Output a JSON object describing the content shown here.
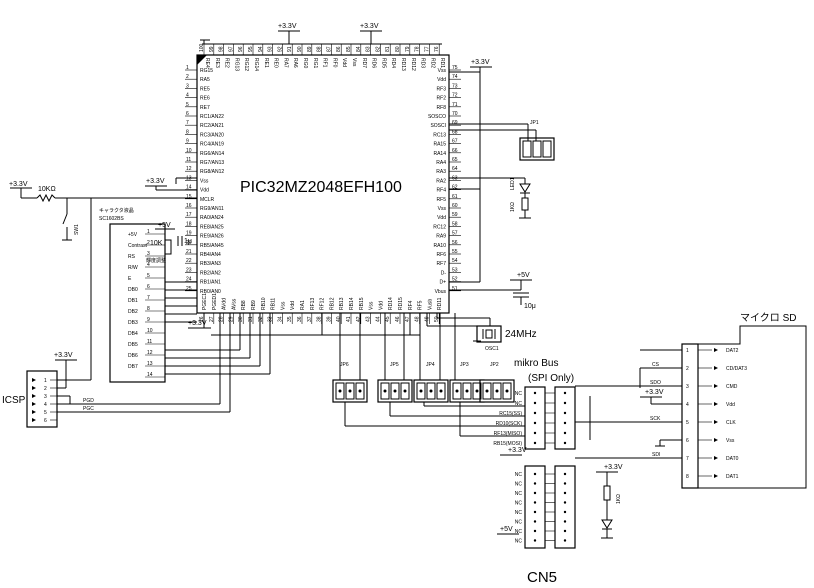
{
  "mcu": {
    "name": "PIC32MZ2048EFH100",
    "left_pins": [
      "RG15",
      "RA5",
      "RE5",
      "RE6",
      "RE7",
      "RC1/AN22",
      "RC2/AN21",
      "RC3/AN20",
      "RC4/AN19",
      "RG6/AN14",
      "RG7/AN13",
      "RG8/AN12",
      "Vss",
      "Vdd",
      "MCLR",
      "RG9/AN11",
      "RA0/AN24",
      "RE8/AN25",
      "RE9/AN26",
      "RB5/AN45",
      "RB4/AN4",
      "RB3/AN3",
      "RB2/AN2",
      "RB1/AN1",
      "RB0/AN0"
    ],
    "top_pins": [
      "RE4",
      "RE3",
      "RE2",
      "RG13",
      "RG12",
      "RG14",
      "RE1",
      "RE0",
      "RA7",
      "RA6",
      "RG0",
      "RG1",
      "RF1",
      "RF0",
      "Vdd",
      "Vss",
      "RD7",
      "RD6",
      "RD5",
      "RD4",
      "RD13",
      "RD12",
      "RD3",
      "RD2",
      "RD1"
    ],
    "right_pins": [
      "Vss",
      "Vdd",
      "RF3",
      "RF2",
      "RF8",
      "SOSCO",
      "SOSCI",
      "RC13",
      "RA15",
      "RA14",
      "RA4",
      "RA3",
      "RA2",
      "RF4",
      "RF5",
      "Vss",
      "Vdd",
      "RC12",
      "RA9",
      "RA10",
      "RF6",
      "RF7",
      "D-",
      "D+",
      "Vbus"
    ],
    "bottom_pins": [
      "PGEC1",
      "PGED1",
      "AVdd",
      "AVss",
      "RB8",
      "RB9",
      "RB10",
      "RB11",
      "Vss",
      "Vdd",
      "RA1",
      "RF13",
      "RF12",
      "RB12",
      "RB13",
      "RB14",
      "RB15",
      "Vss",
      "Vdd",
      "RD14",
      "RD15",
      "RF4",
      "RF5",
      "Vusb",
      "RD11"
    ],
    "top_nums": [
      "100",
      "99",
      "98",
      "97",
      "96",
      "95",
      "94",
      "93",
      "92",
      "91",
      "90",
      "89",
      "88",
      "87",
      "86",
      "85",
      "84",
      "83",
      "82",
      "81",
      "80",
      "79",
      "78",
      "77",
      "76"
    ],
    "left_nums": [
      "1",
      "2",
      "3",
      "4",
      "5",
      "6",
      "7",
      "8",
      "9",
      "10",
      "11",
      "12",
      "13",
      "14",
      "15",
      "16",
      "17",
      "18",
      "19",
      "20",
      "21",
      "22",
      "23",
      "24",
      "25"
    ],
    "right_nums": [
      "75",
      "74",
      "73",
      "72",
      "71",
      "70",
      "69",
      "68",
      "67",
      "66",
      "65",
      "64",
      "63",
      "62",
      "61",
      "60",
      "59",
      "58",
      "57",
      "56",
      "55",
      "54",
      "53",
      "52",
      "51"
    ],
    "bottom_nums": [
      "26",
      "27",
      "28",
      "29",
      "30",
      "31",
      "32",
      "33",
      "34",
      "35",
      "36",
      "37",
      "38",
      "39",
      "40",
      "41",
      "42",
      "43",
      "44",
      "45",
      "46",
      "47",
      "48",
      "49",
      "50"
    ]
  },
  "power": {
    "v33": "+3.3V",
    "v5": "+5V"
  },
  "parts": {
    "r_pullup": "10KΩ",
    "sw": "SW1",
    "lcd_title": "キャラクタ液晶",
    "lcd_model": "SC1602BS",
    "lcd_pins": [
      "+5V",
      "Contrast",
      "RS",
      "R/W",
      "E",
      "DB0",
      "DB1",
      "DB2",
      "DB3",
      "DB4",
      "DB5",
      "DB6",
      "DB7"
    ],
    "lcd_nums": [
      "1",
      "2",
      "3",
      "4",
      "5",
      "6",
      "7",
      "8",
      "9",
      "10",
      "11",
      "12",
      "13",
      "14"
    ],
    "vr": "10K",
    "vr_note": "輝度調整",
    "cap_1u": "1μ",
    "cap_10u": "10μ",
    "crystal": "24MHz",
    "osc": "OSC1",
    "led1": "LED1",
    "r1": "1KΩ",
    "r2": "1KΩ",
    "jp1": "JP1",
    "jp2": "JP2",
    "jp3": "JP3",
    "jp4": "JP4",
    "jp5": "JP5",
    "jp6": "JP6"
  },
  "icsp": {
    "title": "ICSP",
    "pins": [
      "1",
      "2",
      "3",
      "4",
      "5",
      "6"
    ],
    "pgd": "PGD",
    "pgc": "PGC"
  },
  "mikro": {
    "title": "mikro Bus",
    "subtitle": "(SPI Only)",
    "cn5": "CN5",
    "left_labels": [
      "NC",
      "NC",
      "RC15(SS)",
      "RD10(SCK)",
      "RF13(MISO)",
      "RB15(MOSI)"
    ],
    "lower_left": [
      "NC",
      "NC",
      "NC",
      "NC",
      "NC",
      "NC",
      "NC",
      "NC"
    ]
  },
  "sd": {
    "title": "マイクロ SD",
    "pins": [
      "DAT2",
      "CD/DAT3",
      "CMD",
      "Vdd",
      "CLK",
      "Vss",
      "DAT0",
      "DAT1"
    ],
    "nums": [
      "1",
      "2",
      "3",
      "4",
      "5",
      "6",
      "7",
      "8"
    ],
    "cs": "CS",
    "sdo": "SDO",
    "sck": "SCK",
    "sdi": "SDI"
  }
}
